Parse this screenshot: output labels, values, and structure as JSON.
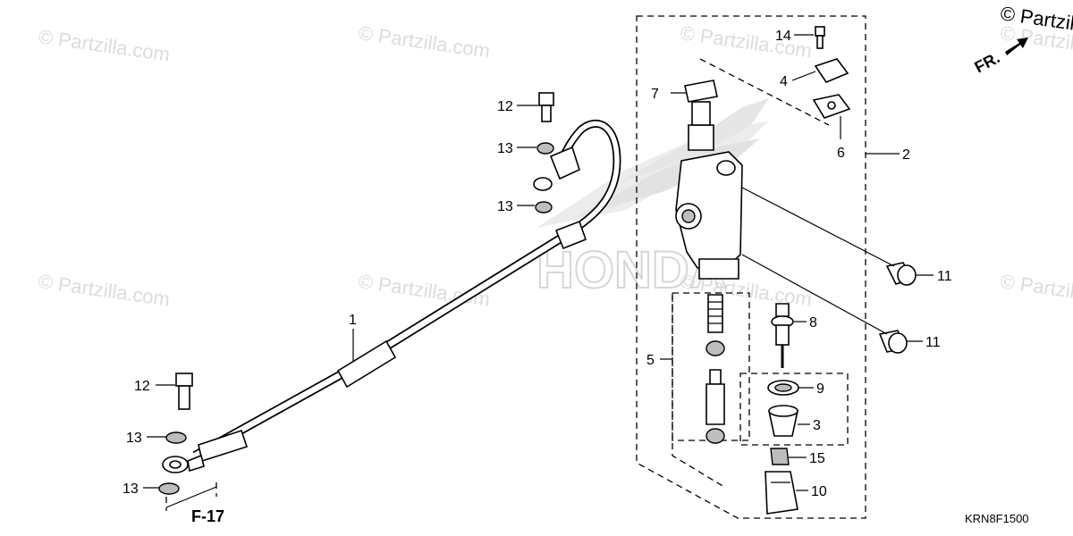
{
  "watermarks": [
    "© Partzilla.com",
    "© Partzilla.com",
    "© Partzilla.com",
    "© Partzilla.com",
    "© Partzilla.com",
    "© Partzilla.com",
    "© Partzilla.com",
    "© Partzilla.com",
    "© Partzilla.com"
  ],
  "brand_watermark": "HONDA",
  "callouts": [
    "1",
    "2",
    "3",
    "4",
    "5",
    "6",
    "7",
    "8",
    "9",
    "10",
    "11",
    "11",
    "12",
    "12",
    "13",
    "13",
    "13",
    "13",
    "14",
    "15"
  ],
  "front_marker": "FR.",
  "reference": "F-17",
  "diagram_code": "KRN8F1500",
  "colors": {
    "line": "#000000",
    "part_fill": "#ffffff",
    "shade": "#bdbdbd",
    "watermark": "#dcdcdc"
  }
}
